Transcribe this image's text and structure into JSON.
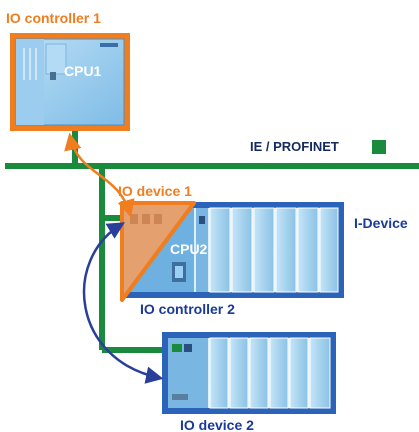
{
  "labels": {
    "io_controller_1": "IO controller 1",
    "cpu1": "CPU1",
    "network": "IE / PROFINET",
    "io_device_1": "IO device 1",
    "cpu2": "CPU2",
    "i_device": "I-Device",
    "io_controller_2": "IO controller 2",
    "io_device_2": "IO device 2"
  },
  "colors": {
    "profinet_green": "#1a8a3c",
    "controller_orange": "#f07d1e",
    "module_blue": "#a6d3ee",
    "frame_blue": "#2a63b8",
    "text_blue": "#1a3a9a",
    "arrow_blue": "#2a3f9a"
  },
  "icons": {
    "network_legend": "green-square-icon"
  }
}
